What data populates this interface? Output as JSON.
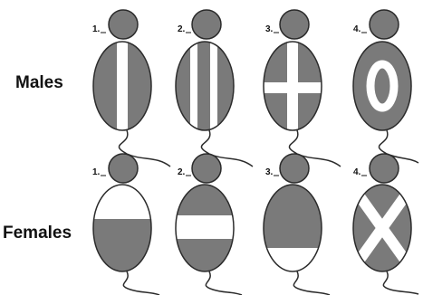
{
  "colors": {
    "body": "#7a7a7a",
    "outline": "#2b2b2b",
    "mark": "#ffffff",
    "text": "#111111"
  },
  "rows": [
    {
      "label": "Males",
      "figures": [
        {
          "number": "1.",
          "pattern": "single-vertical-stripe"
        },
        {
          "number": "2.",
          "pattern": "double-vertical-stripes"
        },
        {
          "number": "3.",
          "pattern": "cross"
        },
        {
          "number": "4.",
          "pattern": "ring"
        }
      ]
    },
    {
      "label": "Females",
      "figures": [
        {
          "number": "1.",
          "pattern": "white-top-half"
        },
        {
          "number": "2.",
          "pattern": "middle-band"
        },
        {
          "number": "3.",
          "pattern": "white-bottom"
        },
        {
          "number": "4.",
          "pattern": "saltire-x"
        }
      ]
    }
  ]
}
